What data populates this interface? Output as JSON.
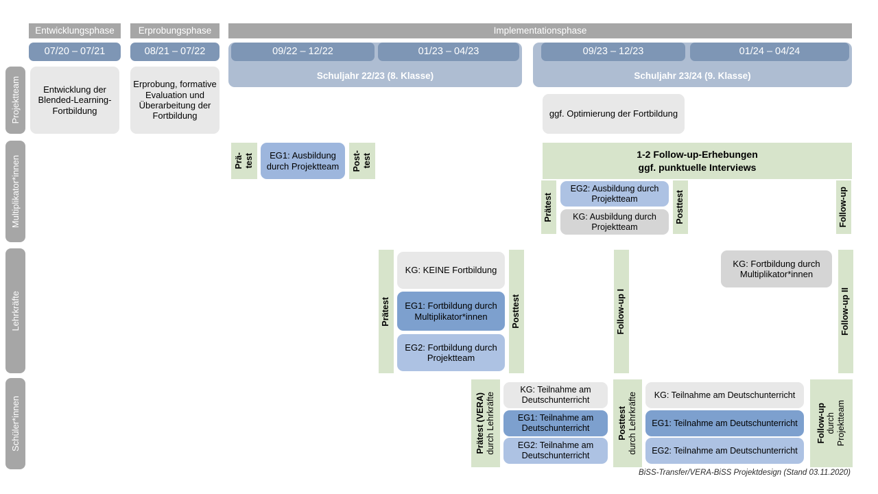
{
  "footer": {
    "text": "BiSS-Transfer/VERA-BiSS Projektdesign (Stand 03.11.2020)"
  },
  "phases": [
    {
      "label": "Entwicklungsphase"
    },
    {
      "label": "Erprobungsphase"
    },
    {
      "label": "Implementationsphase"
    }
  ],
  "periods": [
    {
      "label": "07/20 – 07/21"
    },
    {
      "label": "08/21 – 07/22"
    },
    {
      "label": "09/22 – 12/22"
    },
    {
      "label": "01/23 – 04/23"
    },
    {
      "label": "09/23 – 12/23"
    },
    {
      "label": "01/24 – 04/24"
    }
  ],
  "school_years": [
    {
      "label": "Schuljahr 22/23 (8. Klasse)"
    },
    {
      "label": "Schuljahr 23/24 (9. Klasse)"
    }
  ],
  "roles": [
    {
      "label": "Projektteam"
    },
    {
      "label": "Multiplikator*innen"
    },
    {
      "label": "Lehrkräfte"
    },
    {
      "label": "Schüler*innen"
    }
  ],
  "projektteam": {
    "entwicklung": "Entwicklung der Blended-Learning-Fortbildung",
    "erprobung": "Erprobung, formative Evaluation und Überarbeitung der Fortbildung",
    "optimierung": "ggf. Optimierung der Fortbildung"
  },
  "multiplikatoren": {
    "praetest_line1": "Prä-",
    "praetest_line2": "test",
    "posttest_line1": "Post-",
    "posttest_line2": "test",
    "eg1": "EG1: Ausbildung durch Projektteam",
    "followup_banner_line1": "1-2 Follow-up-Erhebungen",
    "followup_banner_line2": "ggf. punktuelle Interviews",
    "praetest2": "Prätest",
    "posttest2": "Posttest",
    "followup": "Follow-up",
    "eg2": "EG2: Ausbildung durch Projektteam",
    "kg": "KG: Ausbildung durch Projektteam"
  },
  "lehrkraefte": {
    "praetest": "Prätest",
    "posttest": "Posttest",
    "followup1": "Follow-up I",
    "followup2": "Follow-up II",
    "kg_keine": "KG:  KEINE Fortbildung",
    "eg1": "EG1: Fortbildung durch Multiplikator*innen",
    "eg2": "EG2: Fortbildung durch Projektteam",
    "kg_fortbildung": "KG: Fortbildung durch Multiplikator*innen"
  },
  "schueler": {
    "praetest_bold": "Prätest (VERA)",
    "praetest_sub": "durch Lehrkräfte",
    "posttest_bold": "Posttest",
    "posttest_sub": "durch Lehrkräfte",
    "followup_bold": "Follow-up",
    "followup_sub1": "durch",
    "followup_sub2": "Projektteam",
    "kg": "KG: Teilnahme am Deutschunterricht",
    "eg1": "EG1: Teilnahme am Deutschunterricht",
    "eg2": "EG2: Teilnahme am Deutschunterricht"
  },
  "colors": {
    "phase_grey": "#a6a6a6",
    "date_blue": "#7e96b5",
    "year_blue": "#aebdd2",
    "green": "#d7e4cb",
    "kg_grey": "#e8e8e8",
    "eg1_blue": "#7da0ce",
    "eg2_blue": "#adc2e3"
  }
}
